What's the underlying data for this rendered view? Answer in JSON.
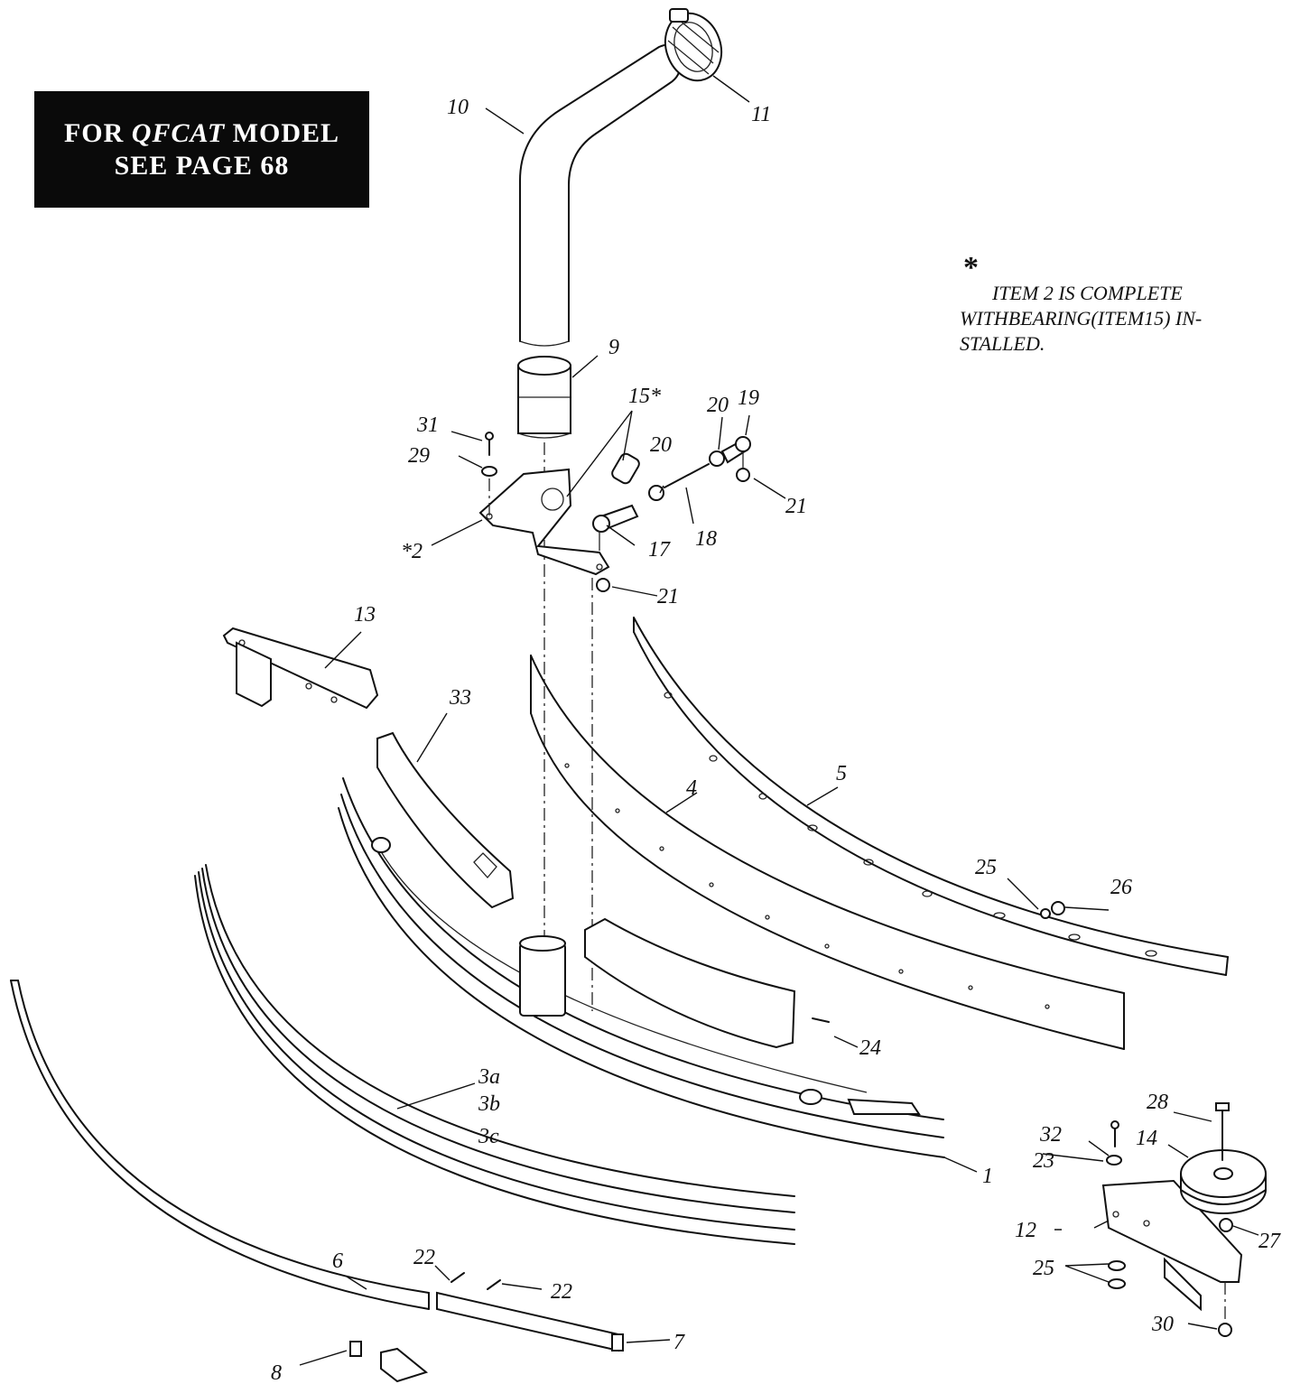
{
  "banner": {
    "line1_prefix": "FOR ",
    "line1_model": "QFCAT",
    "line1_suffix": " MODEL",
    "line2": "SEE PAGE 68"
  },
  "note": {
    "asterisk": "*",
    "line1": "ITEM 2 IS COMPLETE",
    "line2": "WITHBEARING(ITEM15) IN-",
    "line3": "STALLED."
  },
  "callouts": {
    "c1": "1",
    "c2": "*2",
    "c3a": "3a",
    "c3b": "3b",
    "c3c": "3c",
    "c4": "4",
    "c5": "5",
    "c6": "6",
    "c7": "7",
    "c8": "8",
    "c9": "9",
    "c10": "10",
    "c11": "11",
    "c12": "12",
    "c13": "13",
    "c14": "14",
    "c15": "15*",
    "c17": "17",
    "c18": "18",
    "c19": "19",
    "c20a": "20",
    "c20b": "20",
    "c21a": "21",
    "c21b": "21",
    "c22a": "22",
    "c22b": "22",
    "c23": "23",
    "c24": "24",
    "c25a": "25",
    "c25b": "25",
    "c26": "26",
    "c27": "27",
    "c28": "28",
    "c29": "29",
    "c30": "30",
    "c31": "31",
    "c32": "32",
    "c33": "33"
  }
}
